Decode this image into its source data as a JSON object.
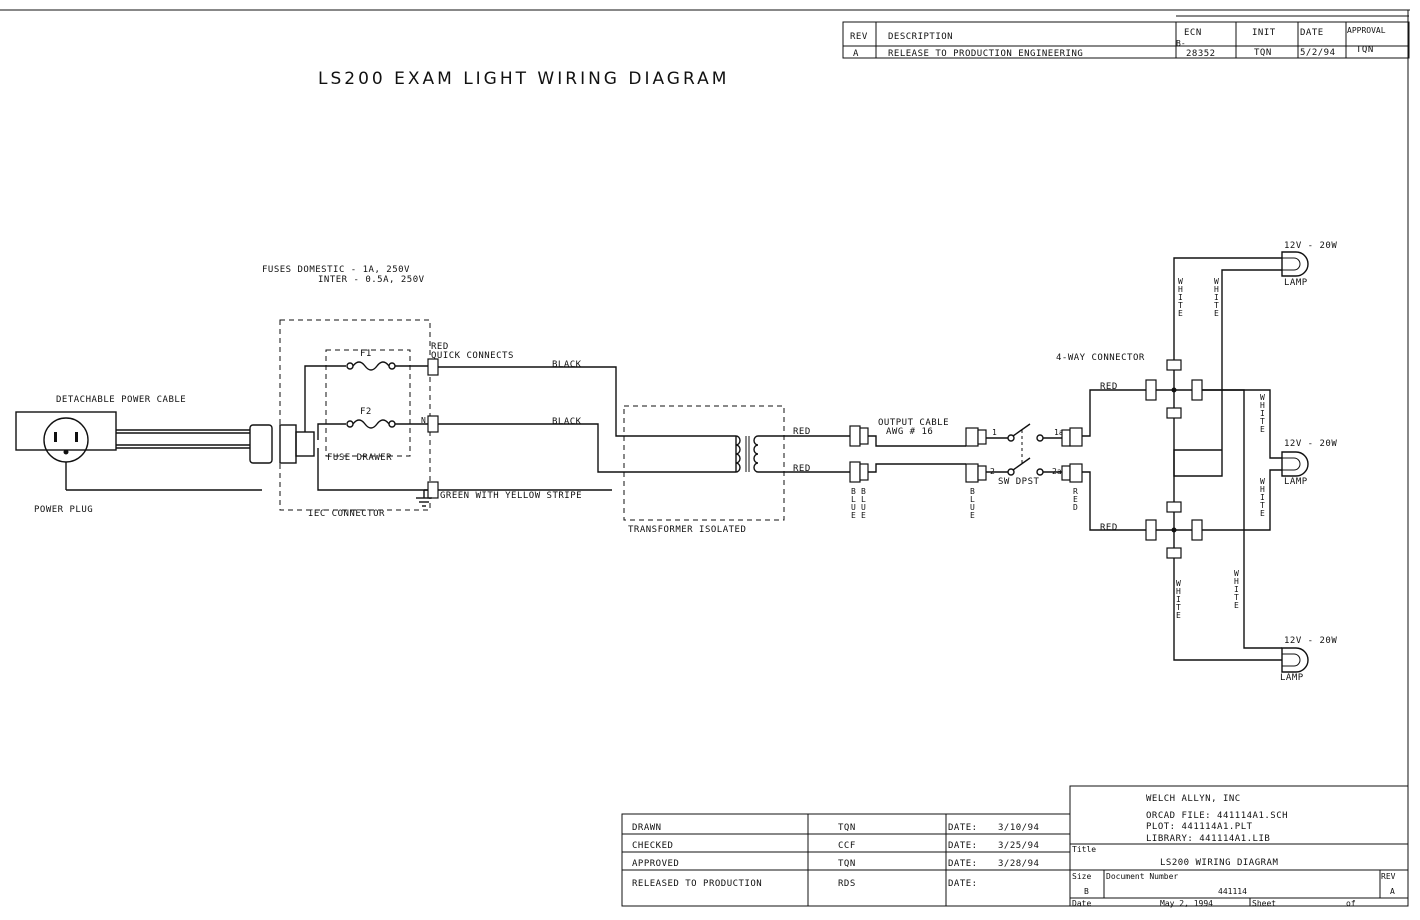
{
  "title": "LS200 EXAM LIGHT WIRING DIAGRAM",
  "revision_block": {
    "headers": [
      "REV",
      "DESCRIPTION",
      "ECN",
      "INIT",
      "DATE",
      "APPROVAL"
    ],
    "rows": [
      [
        "A",
        "RELEASE TO PRODUCTION ENGINEERING",
        "28352",
        "TQN",
        "5/2/94",
        "TQN"
      ]
    ],
    "ecn_prefix": "B-"
  },
  "labels": {
    "fuses_line1": "FUSES  DOMESTIC - 1A, 250V",
    "fuses_line2": "INTER  - 0.5A, 250V",
    "detachable_cable": "DETACHABLE POWER CABLE",
    "power_plug": "POWER PLUG",
    "f1": "F1",
    "f2": "F2",
    "fuse_drawer": "FUSE DRAWER",
    "iec_connector": "IEC CONNECTOR",
    "red_qc_1": "RED",
    "red_qc_2": "QUICK CONNECTS",
    "n": "N",
    "black_1": "BLACK",
    "black_2": "BLACK",
    "green_yellow": "GREEN WITH YELLOW STRIPE",
    "transformer": "TRANSFORMER ISOLATED",
    "red_out_1": "RED",
    "red_out_2": "RED",
    "output_cable_1": "OUTPUT CABLE",
    "output_cable_2": "AWG # 16",
    "blue_a": "B L U E",
    "blue_b": "B L U E",
    "blue_c": "B L U E",
    "sw_dpst": "SW DPST",
    "sw_1": "1",
    "sw_2": "2",
    "sw_1a": "1a",
    "sw_2a": "2a",
    "red_vert": "R E D",
    "four_way": "4-WAY CONNECTOR",
    "red_top": "RED",
    "red_bottom": "RED",
    "white_1": "W H I T E",
    "white_2": "W H I T E",
    "white_3": "W H I T E",
    "white_4": "W H I T E",
    "white_5": "W H I T E",
    "white_6": "W H I T E",
    "lamp_rating_1": "12V - 20W",
    "lamp_rating_2": "12V - 20W",
    "lamp_rating_3": "12V - 20W",
    "lamp_1": "LAMP",
    "lamp_2": "LAMP",
    "lamp_3": "LAMP"
  },
  "approvals": {
    "rows": [
      {
        "role": "DRAWN",
        "init": "TQN",
        "date_label": "DATE:",
        "date": "3/10/94"
      },
      {
        "role": "CHECKED",
        "init": "CCF",
        "date_label": "DATE:",
        "date": "3/25/94"
      },
      {
        "role": "APPROVED",
        "init": "TQN",
        "date_label": "DATE:",
        "date": "3/28/94"
      },
      {
        "role": "RELEASED TO PRODUCTION",
        "init": "RDS",
        "date_label": "DATE:",
        "date": ""
      }
    ]
  },
  "title_block": {
    "company": "WELCH ALLYN, INC",
    "orcad_file": "ORCAD FILE: 441114A1.SCH",
    "plot": "PLOT:  441114A1.PLT",
    "library": "LIBRARY: 441114A1.LIB",
    "title_label": "Title",
    "title_value": "LS200 WIRING DIAGRAM",
    "size_label": "Size",
    "size_value": "B",
    "docnum_label": "Document Number",
    "docnum_value": "441114",
    "rev_label": "REV",
    "rev_value": "A",
    "date_label": "Date",
    "date_value": "May  2, 1994",
    "sheet_label": "Sheet",
    "sheet_of": "of"
  }
}
